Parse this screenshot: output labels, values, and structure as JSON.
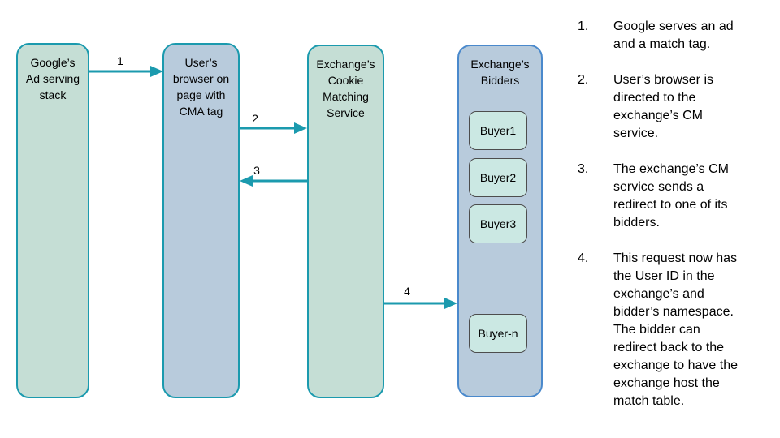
{
  "colors": {
    "teal_accent": "#1b9aae",
    "green_fill": "#c5ded5",
    "blue_fill": "#b8cbdc",
    "bidders_border": "#4a89cc",
    "buyer_fill": "#cbe8e3",
    "buyer_border": "#4d4d4d",
    "text": "#000000"
  },
  "diagram": {
    "nodes": [
      {
        "label": "Google’s\nAd serving\nstack"
      },
      {
        "label": "User’s\nbrowser on\npage with\nCMA tag"
      },
      {
        "label": "Exchange’s\nCookie\nMatching\nService"
      },
      {
        "label": "Exchange’s\nBidders",
        "buyers": [
          "Buyer1",
          "Buyer2",
          "Buyer3",
          "Buyer-n"
        ]
      }
    ],
    "arrows": [
      {
        "label": "1",
        "from": "google-ad-serving-stack",
        "to": "user-browser"
      },
      {
        "label": "2",
        "from": "user-browser",
        "to": "cookie-matching-service"
      },
      {
        "label": "3",
        "from": "cookie-matching-service",
        "to": "user-browser"
      },
      {
        "label": "4",
        "from": "cookie-matching-service",
        "to": "exchange-bidders"
      }
    ]
  },
  "steps": {
    "items": [
      {
        "number": "1.",
        "text": "Google serves an ad\nand a match tag."
      },
      {
        "number": "2.",
        "text": "User’s browser is\ndirected to the\nexchange’s CM\nservice."
      },
      {
        "number": "3.",
        "text": "The exchange’s CM\nservice sends a\nredirect to one of its\nbidders."
      },
      {
        "number": "4.",
        "text": "This request now has\nthe User ID in the\nexchange’s and\nbidder’s namespace.\nThe bidder can\nredirect back to the\nexchange to have the\nexchange host the\nmatch table."
      }
    ]
  }
}
